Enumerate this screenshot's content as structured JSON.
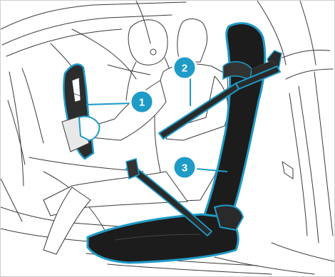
{
  "callouts": [
    {
      "number": "1",
      "target": "steering-wheel"
    },
    {
      "number": "2",
      "target": "seat-belt"
    },
    {
      "number": "3",
      "target": "seat"
    }
  ],
  "colors": {
    "highlight": "#1f9bc7",
    "callout_fill": "#1f9bc7",
    "callout_ring": "#ffffff",
    "line_art": "#3a3a3a",
    "seat": "#1c1c1c"
  }
}
